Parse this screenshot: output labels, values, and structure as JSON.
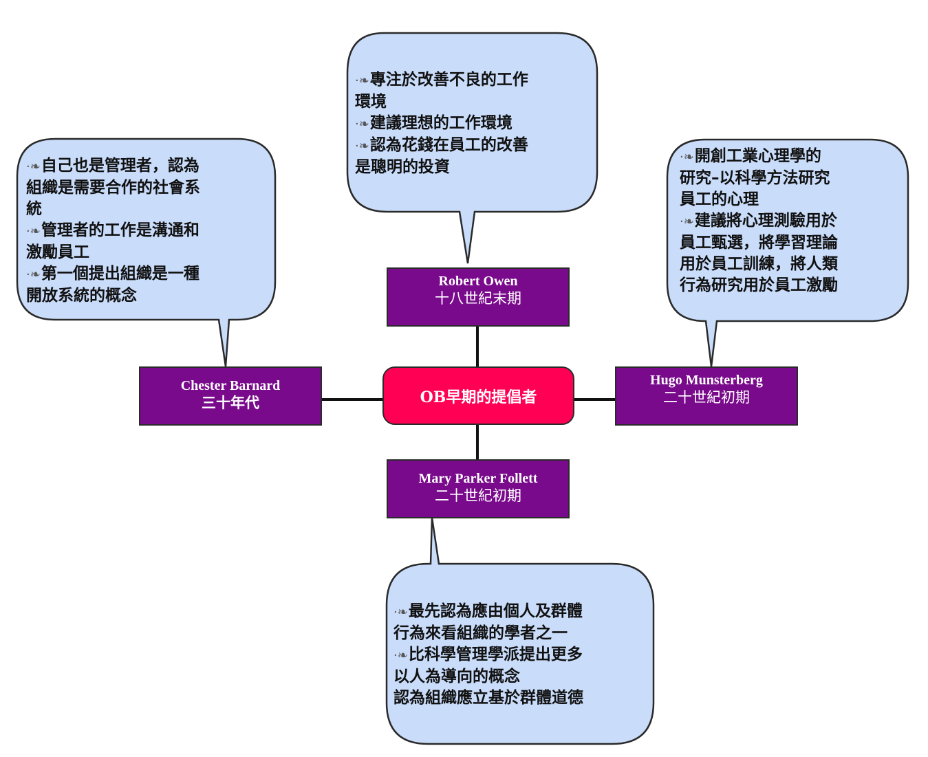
{
  "colors": {
    "callout_fill": "#c9dcfa",
    "person_fill": "#7a0a8c",
    "center_fill": "#ff0055",
    "outline": "#2a2a2a"
  },
  "bullet_icon": "fleuron-bullet",
  "center": {
    "label": "OB早期的提倡者"
  },
  "people": {
    "owen": {
      "name": "Robert Owen",
      "era": "十八世紀末期"
    },
    "barnard": {
      "name": "Chester Barnard",
      "era": "三十年代"
    },
    "munsterberg": {
      "name": "Hugo Munsterberg",
      "era": "二十世紀初期"
    },
    "follett": {
      "name": "Mary Parker Follett",
      "era": "二十世紀初期"
    }
  },
  "callouts": {
    "owen": [
      {
        "bullet": true,
        "text": "專注於改善不良的工作"
      },
      {
        "bullet": false,
        "text": "環境"
      },
      {
        "bullet": true,
        "text": "建議理想的工作環境"
      },
      {
        "bullet": true,
        "text": "認為花錢在員工的改善"
      },
      {
        "bullet": false,
        "text": "是聰明的投資"
      }
    ],
    "barnard": [
      {
        "bullet": true,
        "text": "自己也是管理者，認為"
      },
      {
        "bullet": false,
        "text": "組織是需要合作的社會系"
      },
      {
        "bullet": false,
        "text": "統"
      },
      {
        "bullet": true,
        "text": "管理者的工作是溝通和"
      },
      {
        "bullet": false,
        "text": "激勵員工"
      },
      {
        "bullet": true,
        "text": "第一個提出組織是一種"
      },
      {
        "bullet": false,
        "text": "開放系統的概念"
      }
    ],
    "munsterberg": [
      {
        "bullet": true,
        "text": "開創工業心理學的"
      },
      {
        "bullet": false,
        "text": "研究–以科學方法研究"
      },
      {
        "bullet": false,
        "text": "員工的心理"
      },
      {
        "bullet": true,
        "text": "建議將心理測驗用於"
      },
      {
        "bullet": false,
        "text": "員工甄選，將學習理論"
      },
      {
        "bullet": false,
        "text": "用於員工訓練，將人類"
      },
      {
        "bullet": false,
        "text": "行為研究用於員工激勵"
      }
    ],
    "follett": [
      {
        "bullet": true,
        "text": "最先認為應由個人及群體"
      },
      {
        "bullet": false,
        "text": "行為來看組織的學者之一"
      },
      {
        "bullet": true,
        "text": "比科學管理學派提出更多"
      },
      {
        "bullet": false,
        "text": "以人為導向的概念"
      },
      {
        "bullet": false,
        "text": "認為組織應立基於群體道德"
      }
    ]
  }
}
